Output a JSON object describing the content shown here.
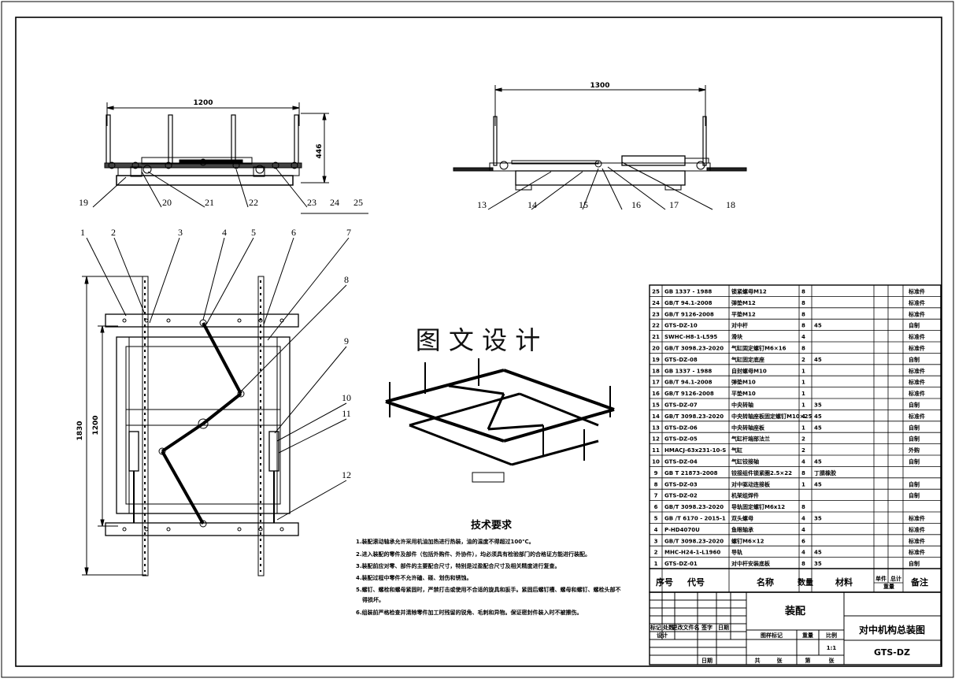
{
  "top_view": {
    "dim_width": "1200",
    "dim_height": "446",
    "balloons": [
      "19",
      "20",
      "21",
      "22",
      "23",
      "24",
      "25"
    ]
  },
  "side_view": {
    "dim_width": "1300",
    "balloons": [
      "13",
      "14",
      "15",
      "16",
      "17",
      "18"
    ]
  },
  "plan_view": {
    "dim_outer": "1830",
    "dim_inner": "1200",
    "balloons": [
      "1",
      "2",
      "3",
      "4",
      "5",
      "6",
      "7",
      "8",
      "9",
      "10",
      "11",
      "12"
    ]
  },
  "watermark": "图 文 设 计",
  "tech_requirements": {
    "title": "技术要求",
    "items": [
      "1.装配滚动轴承允许采用机油加热进行热装，油的温度不得超过100℃。",
      "2.进入装配的零件及部件（包括外购件、外协件），均必须具有检验部门的合格证方能进行装配。",
      "3.装配前应对零、部件的主要配合尺寸，特别是过盈配合尺寸及相关精度进行复查。",
      "4.装配过程中零件不允许磕、碰、划伤和锈蚀。",
      "5.螺钉、螺栓和螺母紧固时，严禁打击或使用不合适的旋具和扳手。紧固后螺钉槽、螺母和螺钉、螺栓头部不",
      "得损坏。",
      "6.组装前严格检查并清除零件加工时残留的锐角、毛刺和异物。保证密封件装入时不被擦伤。"
    ]
  },
  "bom": {
    "rows": [
      [
        "25",
        "GB 1337 - 1988",
        "锁紧螺母M12",
        "8",
        "",
        "",
        "",
        "标准件"
      ],
      [
        "24",
        "GB/T 94.1-2008",
        "弹垫M12",
        "8",
        "",
        "",
        "",
        "标准件"
      ],
      [
        "23",
        "GB/T 9126-2008",
        "平垫M12",
        "8",
        "",
        "",
        "",
        "标准件"
      ],
      [
        "22",
        "GTS-DZ-10",
        "对中杆",
        "8",
        "45",
        "",
        "",
        "自制"
      ],
      [
        "21",
        "SWHC-H8-1-L595",
        "滑块",
        "4",
        "",
        "",
        "",
        "标准件"
      ],
      [
        "20",
        "GB/T 3098.23-2020",
        "气缸固定螺钉M6×16",
        "8",
        "",
        "",
        "",
        "标准件"
      ],
      [
        "19",
        "GTS-DZ-08",
        "气缸固定底座",
        "2",
        "45",
        "",
        "",
        "自制"
      ],
      [
        "18",
        "GB 1337 - 1988",
        "自封螺母M10",
        "1",
        "",
        "",
        "",
        "标准件"
      ],
      [
        "17",
        "GB/T 94.1-2008",
        "弹垫M10",
        "1",
        "",
        "",
        "",
        "标准件"
      ],
      [
        "16",
        "GB/T 9126-2008",
        "平垫M10",
        "1",
        "",
        "",
        "",
        "标准件"
      ],
      [
        "15",
        "GTS-DZ-07",
        "中央转轴",
        "1",
        "35",
        "",
        "",
        "自制"
      ],
      [
        "14",
        "GB/T 3098.23-2020",
        "中央转轴座板固定螺钉M10×25",
        "4",
        "45",
        "",
        "",
        "标准件"
      ],
      [
        "13",
        "GTS-DZ-06",
        "中央转轴座板",
        "1",
        "45",
        "",
        "",
        "自制"
      ],
      [
        "12",
        "GTS-DZ-05",
        "气缸杆端部法兰",
        "2",
        "",
        "",
        "",
        "自制"
      ],
      [
        "11",
        "HMACJ-63x231-10-S",
        "气缸",
        "2",
        "",
        "",
        "",
        "外购"
      ],
      [
        "10",
        "GTS-DZ-04",
        "气缸铰接轴",
        "4",
        "45",
        "",
        "",
        "自制"
      ],
      [
        "9",
        "GB T 21873-2008",
        "铰接组件锁紧圈2.5×22",
        "8",
        "丁腈橡胶",
        "",
        "",
        ""
      ],
      [
        "8",
        "GTS-DZ-03",
        "对中驱动连接板",
        "1",
        "45",
        "",
        "",
        "自制"
      ],
      [
        "7",
        "GTS-DZ-02",
        "机架组焊件",
        "",
        "",
        "",
        "",
        "自制"
      ],
      [
        "6",
        "GB/T 3098.23-2020",
        "导轨固定螺钉M6x12",
        "8",
        "",
        "",
        "",
        ""
      ],
      [
        "5",
        "GB /T 6170 - 2015-1",
        "双头螺母",
        "4",
        "35",
        "",
        "",
        "标准件"
      ],
      [
        "4",
        "P-HD4070U",
        "鱼眼轴承",
        "4",
        "",
        "",
        "",
        "标准件"
      ],
      [
        "3",
        "GB/T 3098.23-2020",
        "螺钉M6×12",
        "6",
        "",
        "",
        "",
        "标准件"
      ],
      [
        "2",
        "MHC-H24-1-L1960",
        "导轨",
        "4",
        "45",
        "",
        "",
        "标准件"
      ],
      [
        "1",
        "GTS-DZ-01",
        "对中杆安装底板",
        "8",
        "35",
        "",
        "",
        "自制"
      ]
    ],
    "header": {
      "seq": "序号",
      "code": "代号",
      "name": "名称",
      "qty": "数量",
      "material": "材料",
      "single": "单件",
      "total": "总计",
      "weight": "重量",
      "remark": "备注"
    }
  },
  "title_block": {
    "assembly": "装配",
    "drawing_title": "对中机构总装图",
    "drawing_number": "GTS-DZ",
    "scale": "1:1",
    "labels": [
      "标记",
      "处数",
      "更改文件名",
      "签字",
      "日期",
      "设计",
      "日期",
      "图样标记",
      "重量",
      "比例",
      "共",
      "张",
      "第",
      "张"
    ]
  }
}
